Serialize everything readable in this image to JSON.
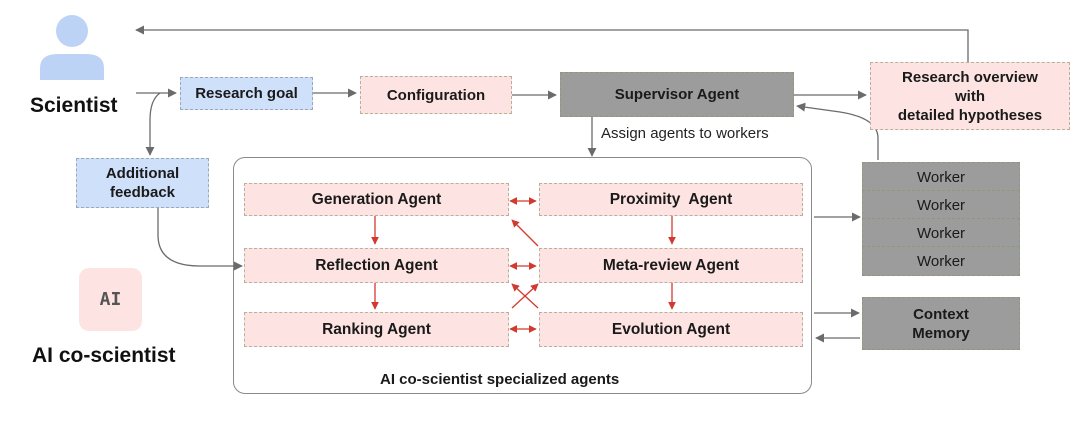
{
  "actors": {
    "scientist": {
      "label": "Scientist",
      "icon": "person-icon"
    },
    "ai": {
      "label": "AI co-scientist",
      "badge": "AI"
    }
  },
  "nodes": {
    "research_goal": "Research goal",
    "configuration": "Configuration",
    "supervisor": "Supervisor Agent",
    "research_overview": [
      "Research overview",
      "with",
      "detailed hypotheses"
    ],
    "additional_feedback": [
      "Additional",
      "feedback"
    ],
    "workers": [
      "Worker",
      "Worker",
      "Worker",
      "Worker"
    ],
    "context_memory": [
      "Context",
      "Memory"
    ]
  },
  "agents": {
    "generation": "Generation Agent",
    "reflection": "Reflection Agent",
    "ranking": "Ranking Agent",
    "proximity": "Proximity  Agent",
    "meta_review": "Meta-review Agent",
    "evolution": "Evolution Agent"
  },
  "labels": {
    "assign": "Assign agents to workers",
    "container": "AI co-scientist specialized agents"
  },
  "colors": {
    "pink_fill": "#fde4e2",
    "blue_fill": "#cfe0fb",
    "gray_fill": "#9c9c9c",
    "arrow_gray": "#6b6b6b",
    "arrow_red": "#d23a2f",
    "person_icon": "#bcd3f5"
  }
}
